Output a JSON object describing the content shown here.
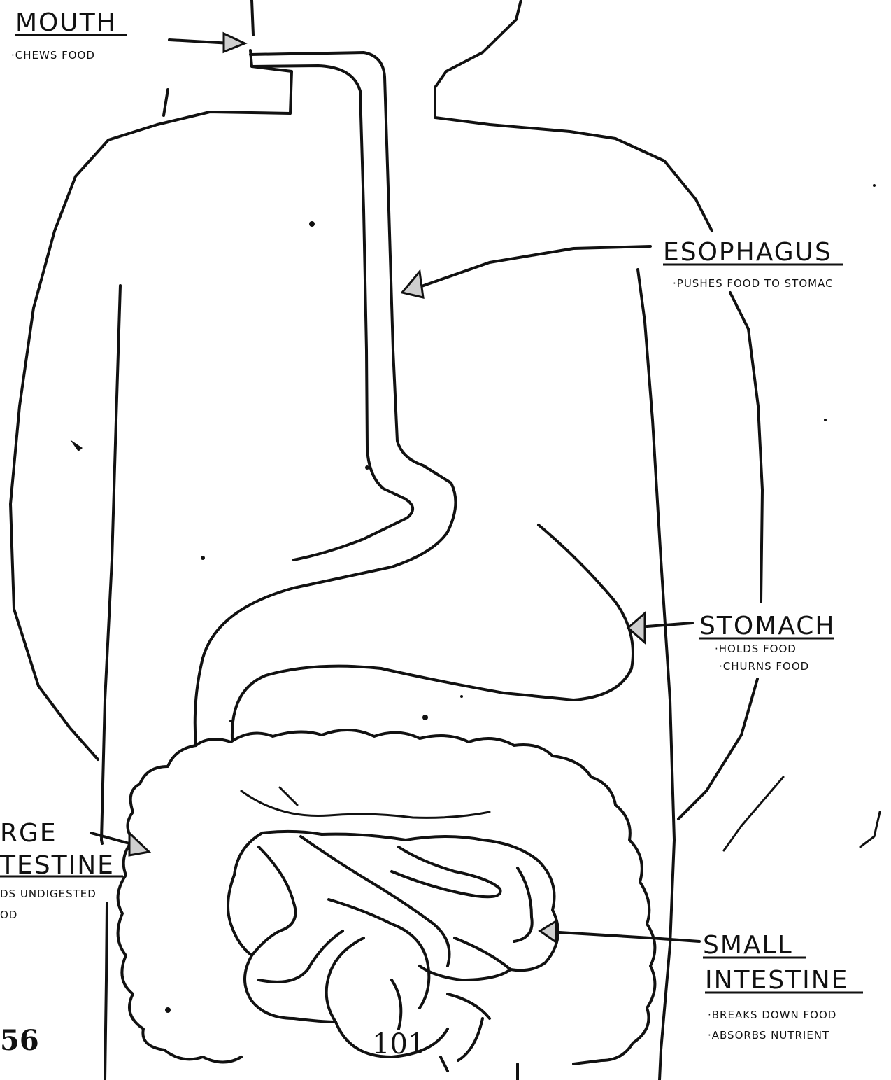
{
  "labels": {
    "mouth": {
      "title": "MOUTH",
      "notes": [
        "·CHEWS FOOD"
      ]
    },
    "esophagus": {
      "title": "ESOPHAGUS",
      "notes": [
        "·PUSHES FOOD TO STOMAC"
      ]
    },
    "stomach": {
      "title": "STOMACH",
      "notes": [
        "·HOLDS FOOD",
        "·CHURNS FOOD"
      ]
    },
    "large_intestine": {
      "title_line1": "RGE",
      "title_line2": "TESTINE",
      "notes": [
        "DS UNDIGESTED",
        "OD"
      ]
    },
    "small_intestine": {
      "title_line1": "SMALL",
      "title_line2": "INTESTINE",
      "notes": [
        "·BREAKS DOWN FOOD",
        "·ABSORBS NUTRIENT"
      ]
    }
  },
  "page_numbers": {
    "bottom_center": "101",
    "bottom_left": "56"
  }
}
